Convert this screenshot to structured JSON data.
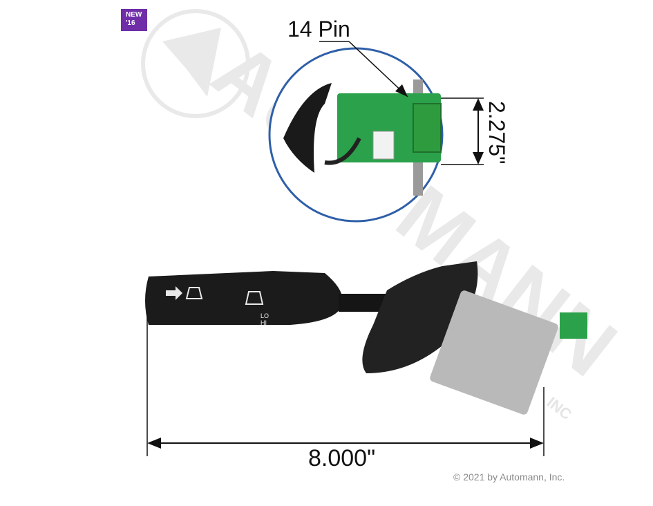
{
  "badge": {
    "line1": "NEW",
    "line2": "'16"
  },
  "callout": {
    "pin_label": "14 Pin",
    "height_dim": "2.275\""
  },
  "length_dim": "8.000\"",
  "watermark": {
    "brand": "AUTOMANN",
    "suffix": "INC"
  },
  "copyright": "© 2021 by Automann, Inc.",
  "product_markings": {
    "lo": "LO",
    "hi": "HI"
  },
  "colors": {
    "badge": "#6f2da8",
    "circle": "#2f5fa8",
    "pcb": "#2aa14a",
    "body": "#1b1b1b",
    "housing": "#b9b9b9",
    "watermark": "#d8d8d8"
  }
}
